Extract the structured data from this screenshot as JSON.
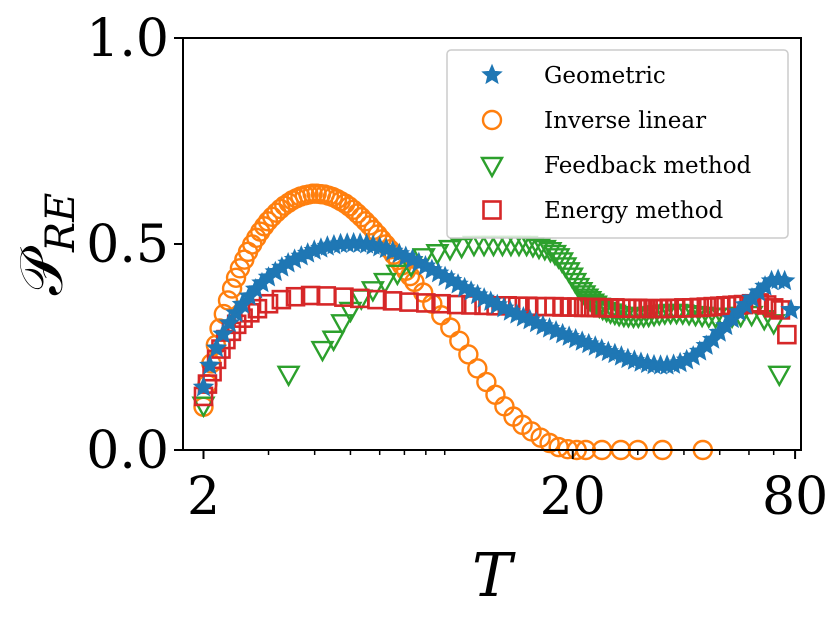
{
  "chart_data": {
    "type": "scatter",
    "xlabel": "T",
    "ylabel": "𝒫",
    "ylabel_sub": "RE",
    "xscale": "log",
    "xlim": [
      1.76,
      83
    ],
    "ylim": [
      0,
      1.0
    ],
    "xticks": [
      2,
      20,
      80
    ],
    "xtick_labels": [
      "2",
      "20",
      "80"
    ],
    "yticks": [
      0,
      0.5,
      1.0
    ],
    "ytick_labels": [
      "0.0",
      "0.5",
      "1.0"
    ],
    "grid": false,
    "legend_position": "top-right",
    "series": [
      {
        "name": "Geometric",
        "marker": "star",
        "color": "#1f77b4",
        "x": [
          2.0,
          2.08,
          2.17,
          2.26,
          2.35,
          2.45,
          2.55,
          2.66,
          2.77,
          2.88,
          3.0,
          3.13,
          3.26,
          3.39,
          3.53,
          3.68,
          3.83,
          3.99,
          4.16,
          4.33,
          4.51,
          4.7,
          4.9,
          5.1,
          5.31,
          5.53,
          5.76,
          6.0,
          6.25,
          6.51,
          6.78,
          7.06,
          7.36,
          7.66,
          7.98,
          8.31,
          8.66,
          9.02,
          9.39,
          9.78,
          10.19,
          10.61,
          11.05,
          11.51,
          11.99,
          12.49,
          13.01,
          13.55,
          14.11,
          14.7,
          15.31,
          15.95,
          16.61,
          17.3,
          18.02,
          18.77,
          19.55,
          20.36,
          21.21,
          22.09,
          23.01,
          23.96,
          24.96,
          26.0,
          27.08,
          28.2,
          29.37,
          30.6,
          31.87,
          33.19,
          34.57,
          36.01,
          37.5,
          39.06,
          40.69,
          42.38,
          44.14,
          45.97,
          47.88,
          49.88,
          51.95,
          54.11,
          56.36,
          58.7,
          61.14,
          63.68,
          66.33,
          69.08,
          71.96,
          74.95,
          78.0
        ],
        "y": [
          0.152,
          0.205,
          0.247,
          0.281,
          0.308,
          0.332,
          0.353,
          0.373,
          0.39,
          0.405,
          0.419,
          0.432,
          0.443,
          0.453,
          0.462,
          0.47,
          0.477,
          0.484,
          0.489,
          0.494,
          0.497,
          0.5,
          0.501,
          0.502,
          0.501,
          0.499,
          0.496,
          0.492,
          0.488,
          0.482,
          0.476,
          0.469,
          0.462,
          0.454,
          0.446,
          0.437,
          0.429,
          0.42,
          0.411,
          0.402,
          0.393,
          0.385,
          0.376,
          0.368,
          0.36,
          0.352,
          0.344,
          0.336,
          0.329,
          0.322,
          0.315,
          0.308,
          0.301,
          0.295,
          0.288,
          0.281,
          0.275,
          0.269,
          0.263,
          0.257,
          0.251,
          0.244,
          0.238,
          0.233,
          0.227,
          0.221,
          0.217,
          0.212,
          0.209,
          0.206,
          0.205,
          0.205,
          0.207,
          0.211,
          0.218,
          0.227,
          0.239,
          0.253,
          0.268,
          0.285,
          0.301,
          0.318,
          0.335,
          0.352,
          0.368,
          0.383,
          0.397,
          0.41,
          0.413,
          0.41,
          0.34
        ]
      },
      {
        "name": "Inverse linear",
        "marker": "circle",
        "color": "#ff7f0e",
        "x": [
          2.0,
          2.05,
          2.1,
          2.16,
          2.21,
          2.27,
          2.33,
          2.39,
          2.45,
          2.51,
          2.58,
          2.64,
          2.71,
          2.78,
          2.85,
          2.92,
          2.99,
          3.07,
          3.15,
          3.23,
          3.31,
          3.4,
          3.48,
          3.57,
          3.66,
          3.76,
          3.85,
          3.95,
          4.05,
          4.16,
          4.26,
          4.37,
          4.48,
          4.6,
          4.71,
          4.84,
          4.96,
          5.09,
          5.22,
          5.35,
          5.49,
          5.63,
          5.77,
          5.92,
          6.07,
          6.23,
          6.39,
          6.55,
          6.72,
          6.89,
          7.07,
          7.25,
          7.45,
          7.87,
          8.33,
          8.81,
          9.32,
          9.86,
          10.43,
          11.03,
          11.67,
          12.35,
          13.06,
          13.82,
          14.62,
          15.47,
          16.37,
          17.31,
          18.32,
          19.38,
          20.5,
          21.69,
          24.0,
          27.0,
          30.0,
          35.0,
          45.0
        ],
        "y": [
          0.105,
          0.16,
          0.21,
          0.255,
          0.295,
          0.33,
          0.363,
          0.392,
          0.418,
          0.441,
          0.462,
          0.481,
          0.499,
          0.515,
          0.53,
          0.543,
          0.555,
          0.566,
          0.576,
          0.585,
          0.593,
          0.6,
          0.606,
          0.611,
          0.615,
          0.618,
          0.62,
          0.622,
          0.622,
          0.621,
          0.62,
          0.617,
          0.614,
          0.609,
          0.604,
          0.598,
          0.591,
          0.583,
          0.574,
          0.565,
          0.555,
          0.545,
          0.534,
          0.523,
          0.511,
          0.499,
          0.487,
          0.474,
          0.461,
          0.448,
          0.435,
          0.422,
          0.408,
          0.382,
          0.355,
          0.327,
          0.297,
          0.265,
          0.232,
          0.198,
          0.165,
          0.134,
          0.106,
          0.081,
          0.061,
          0.045,
          0.03,
          0.017,
          0.007,
          0.002,
          0.0,
          0.0,
          0.0,
          0.0,
          0.0,
          0.0,
          0.0
        ]
      },
      {
        "name": "Feedback method",
        "marker": "triangle-down",
        "color": "#2ca02c",
        "x": [
          2.0,
          3.4,
          4.2,
          4.5,
          4.75,
          5.0,
          5.35,
          5.75,
          6.2,
          6.7,
          7.3,
          7.9,
          8.6,
          9.3,
          10.0,
          10.8,
          11.5,
          12.2,
          12.9,
          13.6,
          14.3,
          15.0,
          15.6,
          16.2,
          16.8,
          17.4,
          17.9,
          18.3,
          18.7,
          19.1,
          19.5,
          19.9,
          20.3,
          20.7,
          21.1,
          21.5,
          21.9,
          22.3,
          22.7,
          23.1,
          23.6,
          24.1,
          24.7,
          25.3,
          26.0,
          26.7,
          27.5,
          28.3,
          29.2,
          30.1,
          31.1,
          32.1,
          33.2,
          34.3,
          35.5,
          36.8,
          38.2,
          39.7,
          41.3,
          43.0,
          44.8,
          46.7,
          48.7,
          51.0,
          54.0,
          57.0,
          61.0,
          66.0,
          70.0,
          72.5
        ],
        "y": [
          0.11,
          0.185,
          0.245,
          0.27,
          0.31,
          0.34,
          0.37,
          0.39,
          0.41,
          0.43,
          0.45,
          0.47,
          0.48,
          0.49,
          0.495,
          0.5,
          0.5,
          0.5,
          0.5,
          0.5,
          0.5,
          0.5,
          0.497,
          0.493,
          0.49,
          0.485,
          0.478,
          0.47,
          0.46,
          0.448,
          0.436,
          0.423,
          0.41,
          0.398,
          0.388,
          0.38,
          0.372,
          0.366,
          0.36,
          0.355,
          0.35,
          0.345,
          0.34,
          0.336,
          0.333,
          0.33,
          0.328,
          0.327,
          0.326,
          0.326,
          0.327,
          0.328,
          0.33,
          0.332,
          0.334,
          0.335,
          0.335,
          0.334,
          0.332,
          0.33,
          0.328,
          0.326,
          0.325,
          0.325,
          0.326,
          0.328,
          0.33,
          0.32,
          0.31,
          0.185
        ]
      },
      {
        "name": "Energy method",
        "marker": "square",
        "color": "#d62728",
        "x": [
          2.0,
          2.05,
          2.11,
          2.17,
          2.23,
          2.3,
          2.38,
          2.46,
          2.56,
          2.67,
          2.8,
          3.0,
          3.25,
          3.55,
          3.9,
          4.3,
          4.8,
          5.3,
          5.9,
          6.5,
          7.2,
          8.0,
          8.8,
          9.7,
          10.6,
          11.5,
          12.4,
          13.3,
          14.2,
          15.1,
          16.0,
          16.9,
          17.8,
          18.7,
          19.6,
          20.5,
          21.4,
          22.3,
          23.2,
          24.1,
          25.0,
          26.0,
          27.0,
          28.0,
          29.0,
          30.0,
          31.0,
          32.0,
          33.0,
          34.0,
          35.0,
          36.5,
          38.0,
          40.0,
          42.0,
          44.0,
          46.0,
          48.0,
          50.0,
          52.0,
          54.0,
          56.0,
          58.0,
          61.0,
          64.0,
          67.0,
          70.0,
          73.0,
          76.0
        ],
        "y": [
          0.13,
          0.16,
          0.19,
          0.22,
          0.245,
          0.268,
          0.288,
          0.305,
          0.32,
          0.333,
          0.343,
          0.355,
          0.365,
          0.372,
          0.375,
          0.374,
          0.371,
          0.368,
          0.365,
          0.362,
          0.359,
          0.357,
          0.355,
          0.353,
          0.352,
          0.351,
          0.35,
          0.35,
          0.349,
          0.349,
          0.348,
          0.348,
          0.348,
          0.347,
          0.347,
          0.347,
          0.346,
          0.346,
          0.346,
          0.345,
          0.345,
          0.345,
          0.344,
          0.344,
          0.344,
          0.344,
          0.343,
          0.343,
          0.343,
          0.343,
          0.343,
          0.344,
          0.344,
          0.345,
          0.345,
          0.346,
          0.347,
          0.348,
          0.349,
          0.35,
          0.351,
          0.352,
          0.353,
          0.355,
          0.357,
          0.352,
          0.345,
          0.34,
          0.28
        ]
      }
    ]
  }
}
